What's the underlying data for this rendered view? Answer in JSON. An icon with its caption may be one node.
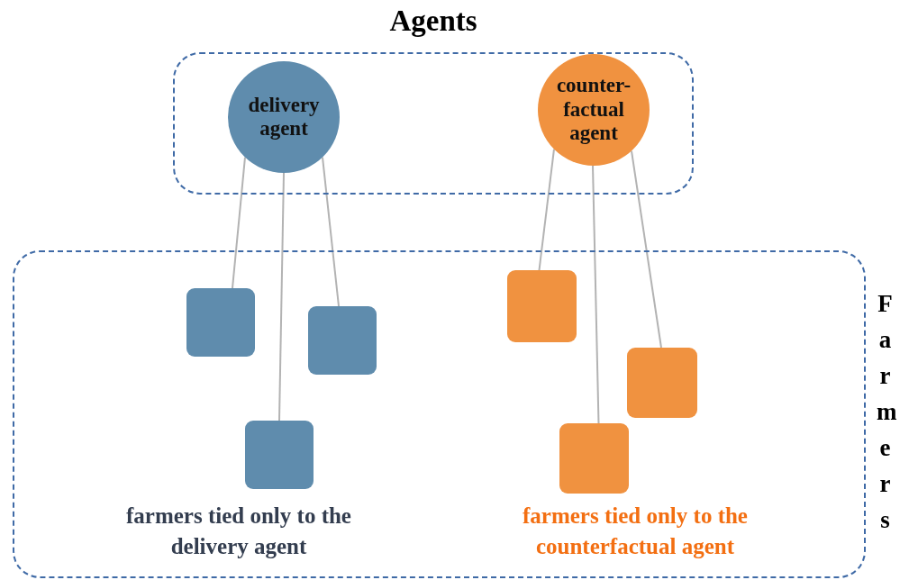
{
  "diagram": {
    "nodes": [
      {
        "text": [
          "Agents"
        ]
      },
      {
        "text": [
          "Farmers"
        ]
      },
      {
        "text": [
          "delivery agent"
        ],
        "in": 0
      },
      {
        "text": [
          "counter- factual agent"
        ],
        "in": 0
      },
      {
        "text": [],
        "shape": "box",
        "in": 1
      },
      {
        "text": [],
        "shape": "box",
        "in": 1
      },
      {
        "text": [],
        "shape": "box",
        "in": 1
      },
      {
        "text": [],
        "shape": "box",
        "in": 1
      },
      {
        "text": [],
        "shape": "box",
        "in": 1
      },
      {
        "text": [],
        "shape": "box",
        "in": 1
      }
    ],
    "edges": [
      {
        "from": 2,
        "to": 4,
        "arrow": "none"
      },
      {
        "from": 2,
        "to": 5,
        "arrow": "none"
      },
      {
        "from": 2,
        "to": 6,
        "arrow": "none"
      },
      {
        "from": 3,
        "to": 7,
        "arrow": "none"
      },
      {
        "from": 3,
        "to": 8,
        "arrow": "none"
      },
      {
        "from": 3,
        "to": 9,
        "arrow": "none"
      }
    ],
    "labels": [
      "farmers tied only to the delivery agent",
      "farmers tied only to the counterfactual agent"
    ]
  }
}
